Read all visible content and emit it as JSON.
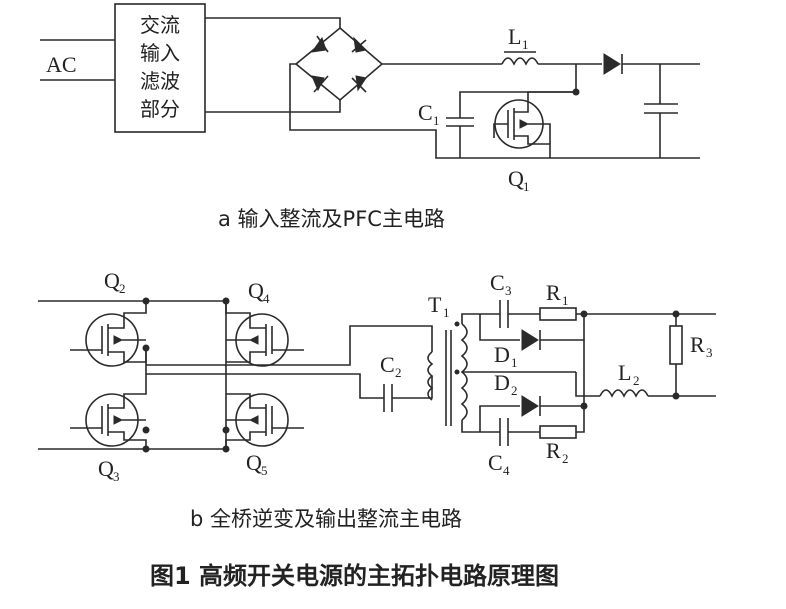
{
  "part_a": {
    "ac_label": "AC",
    "filter_block_lines": [
      "交流",
      "输入",
      "滤波",
      "部分"
    ],
    "inductor": {
      "main": "L",
      "sub": "1"
    },
    "capacitor": {
      "main": "C",
      "sub": "1"
    },
    "switch": {
      "main": "Q",
      "sub": "1"
    },
    "caption": "a  输入整流及PFC主电路"
  },
  "part_b": {
    "q2": {
      "main": "Q",
      "sub": "2"
    },
    "q3": {
      "main": "Q",
      "sub": "3"
    },
    "q4": {
      "main": "Q",
      "sub": "4"
    },
    "q5": {
      "main": "Q",
      "sub": "5"
    },
    "c2": {
      "main": "C",
      "sub": "2"
    },
    "t1": {
      "main": "T",
      "sub": "1"
    },
    "c3": {
      "main": "C",
      "sub": "3"
    },
    "c4": {
      "main": "C",
      "sub": "4"
    },
    "d1": {
      "main": "D",
      "sub": "1"
    },
    "d2": {
      "main": "D",
      "sub": "2"
    },
    "r1": {
      "main": "R",
      "sub": "1"
    },
    "r2": {
      "main": "R",
      "sub": "2"
    },
    "r3": {
      "main": "R",
      "sub": "3"
    },
    "l2": {
      "main": "L",
      "sub": "2"
    },
    "caption": "b  全桥逆变及输出整流主电路"
  },
  "figure_title": "图1  高频开关电源的主拓扑电路原理图"
}
